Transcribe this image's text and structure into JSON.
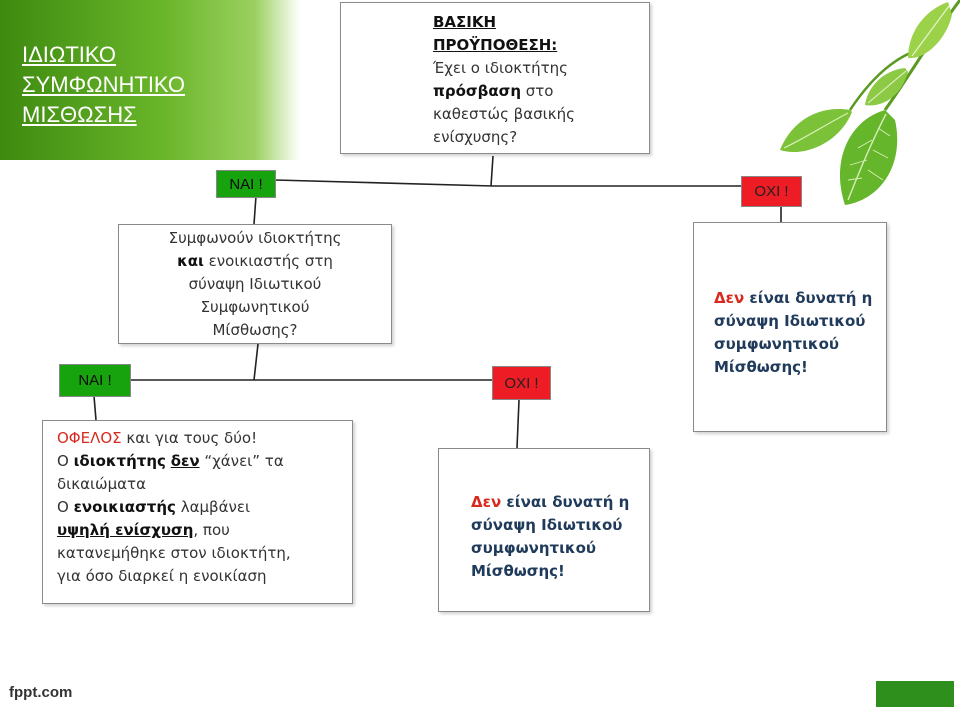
{
  "title_lines": [
    "ΙΔΙΩΤΙΚΟ",
    "ΣΥΜΦΩΝΗΤΙΚΟ",
    "ΜΙΣΘΩΣΗΣ"
  ],
  "question_main": {
    "l1": "ΒΑΣΙΚΗ",
    "l2": "ΠΡΟΫΠΟΘΕΣΗ:",
    "l3": "Έχει ο ιδιοκτήτης",
    "l4a": "πρόσβαση",
    "l4b": " στο",
    "l5": "καθεστώς βασικής",
    "l6": "ενίσχυσης?"
  },
  "labels": {
    "yes_top": "ΝΑΙ !",
    "no_top": "ΟΧΙ !",
    "yes_left": "ΝΑΙ !",
    "no_mid": "ΟΧΙ !"
  },
  "question_second": {
    "l1": "Συμφωνούν ιδιοκτήτης",
    "l2a": "και",
    "l2b": " ενοικιαστής στη",
    "l3": "σύναψη Ιδιωτικού",
    "l4": "Συμφωνητικού",
    "l5": "Μίσθωσης?"
  },
  "result_right": {
    "l1a": "Δεν",
    "l1b": " είναι δυνατή η",
    "l2": "σύναψη Ιδιωτικού",
    "l3": "συμφωνητικού",
    "l4": "Μίσθωσης!"
  },
  "benefit": {
    "l1a": "ΟΦΕΛΟΣ",
    "l1b": " και για τους δύο!",
    "l2a": "Ο ",
    "l2b": "ιδιοκτήτης",
    "l2c": " ",
    "l2d": "δεν",
    "l2e": " “χάνει” τα",
    "l3": "δικαιώματα",
    "l4a": "Ο ",
    "l4b": "ενοικιαστής",
    "l4c": " λαμβάνει",
    "l5a": "υψηλή ενίσχυση",
    "l5b": ", που",
    "l6": "κατανεμήθηκε στον ιδιοκτήτη,",
    "l7": "για όσο διαρκεί η ενοικίαση"
  },
  "result_middle": {
    "l1a": "Δεν",
    "l1b": " είναι δυνατή η",
    "l2": "σύναψη Ιδιωτικού",
    "l3": "συμφωνητικού",
    "l4": "Μίσθωσης!"
  },
  "footer": {
    "brand": "fppt.com"
  },
  "colors": {
    "green": "#17a30e",
    "red": "#ee1c24",
    "accent_red_text": "#d8291e"
  }
}
